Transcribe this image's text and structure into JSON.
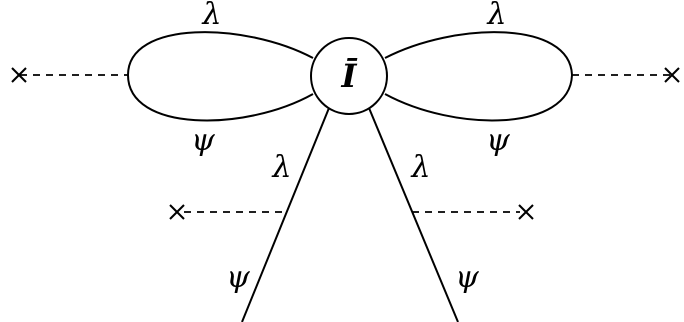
{
  "vertex": {
    "label": "Ī"
  },
  "loops": [
    {
      "top_label": "λ",
      "bottom_label": "ψ"
    },
    {
      "top_label": "λ",
      "bottom_label": "ψ"
    }
  ],
  "legs": [
    {
      "upper_label": "λ",
      "lower_label": "ψ"
    },
    {
      "upper_label": "λ",
      "lower_label": "ψ"
    }
  ]
}
